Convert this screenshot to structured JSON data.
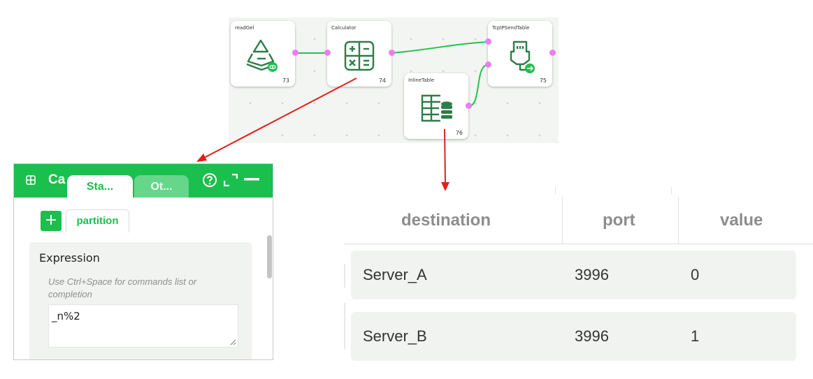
{
  "workflow": {
    "nodes": [
      {
        "title": "readGel",
        "number": "73",
        "icon": "pyramid-view-icon"
      },
      {
        "title": "Calculator",
        "number": "74",
        "icon": "calculator-icon"
      },
      {
        "title": "TcpIPSendTable",
        "number": "75",
        "icon": "network-send-icon"
      },
      {
        "title": "InlineTable",
        "number": "76",
        "icon": "table-database-icon"
      }
    ],
    "port_color": "#ee7cf0",
    "wire_color": "#22c24e"
  },
  "panel": {
    "title": "Ca",
    "tabs": [
      "Sta...",
      "Ot..."
    ],
    "add_label": "+",
    "partition_label": "partition",
    "expression_label": "Expression",
    "expression_hint": "Use Ctrl+Space for commands list or completion",
    "expression_value": "_n%2",
    "accent_color": "#1bbf4d"
  },
  "table": {
    "columns": [
      "destination",
      "port",
      "value"
    ],
    "rows": [
      [
        "Server_A",
        "3996",
        "0"
      ],
      [
        "Server_B",
        "3996",
        "1"
      ]
    ]
  },
  "arrow_color": "#e0201b"
}
